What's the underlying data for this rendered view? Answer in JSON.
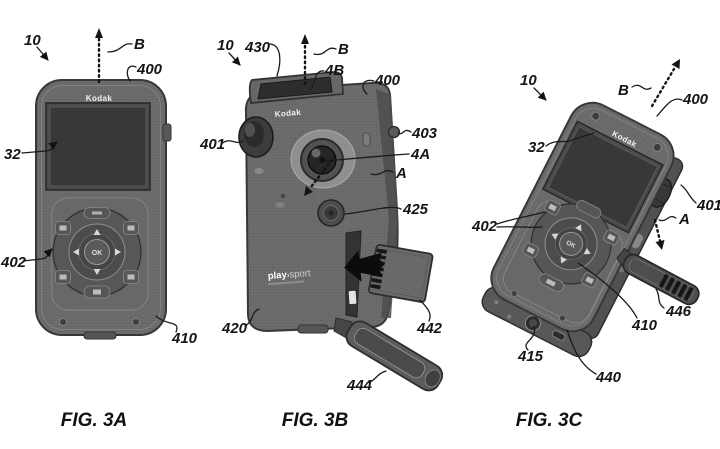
{
  "sheet": {
    "background": "#ffffff"
  },
  "colors": {
    "body_gray": "#6d6d6d",
    "screen_gray": "#3b3b3b",
    "line_black": "#1b1b1b",
    "panel_dark": "#4f4f4f"
  },
  "figures": {
    "fig3a": {
      "caption": "FIG. 3A",
      "brand": "Kodak",
      "ok": "OK",
      "labels": {
        "l10": "10",
        "lB": "B",
        "l400": "400",
        "l32": "32",
        "l402": "402",
        "l410": "410"
      }
    },
    "fig3b": {
      "caption": "FIG. 3B",
      "brand": "Kodak",
      "product_play": "play",
      "product_sep": "›",
      "product_sport": "sport",
      "labels": {
        "l10": "10",
        "l430": "430",
        "lB": "B",
        "l4B": "4B",
        "l400": "400",
        "l401": "401",
        "l403": "403",
        "l4A": "4A",
        "lA": "A",
        "l425": "425",
        "l420": "420",
        "l442": "442",
        "l444": "444"
      }
    },
    "fig3c": {
      "caption": "FIG. 3C",
      "brand": "Kodak",
      "ok": "OK",
      "labels": {
        "l10": "10",
        "lB": "B",
        "l400": "400",
        "l32": "32",
        "l401": "401",
        "l402": "402",
        "lA": "A",
        "l446": "446",
        "l410": "410",
        "l415": "415",
        "l440": "440"
      }
    }
  }
}
